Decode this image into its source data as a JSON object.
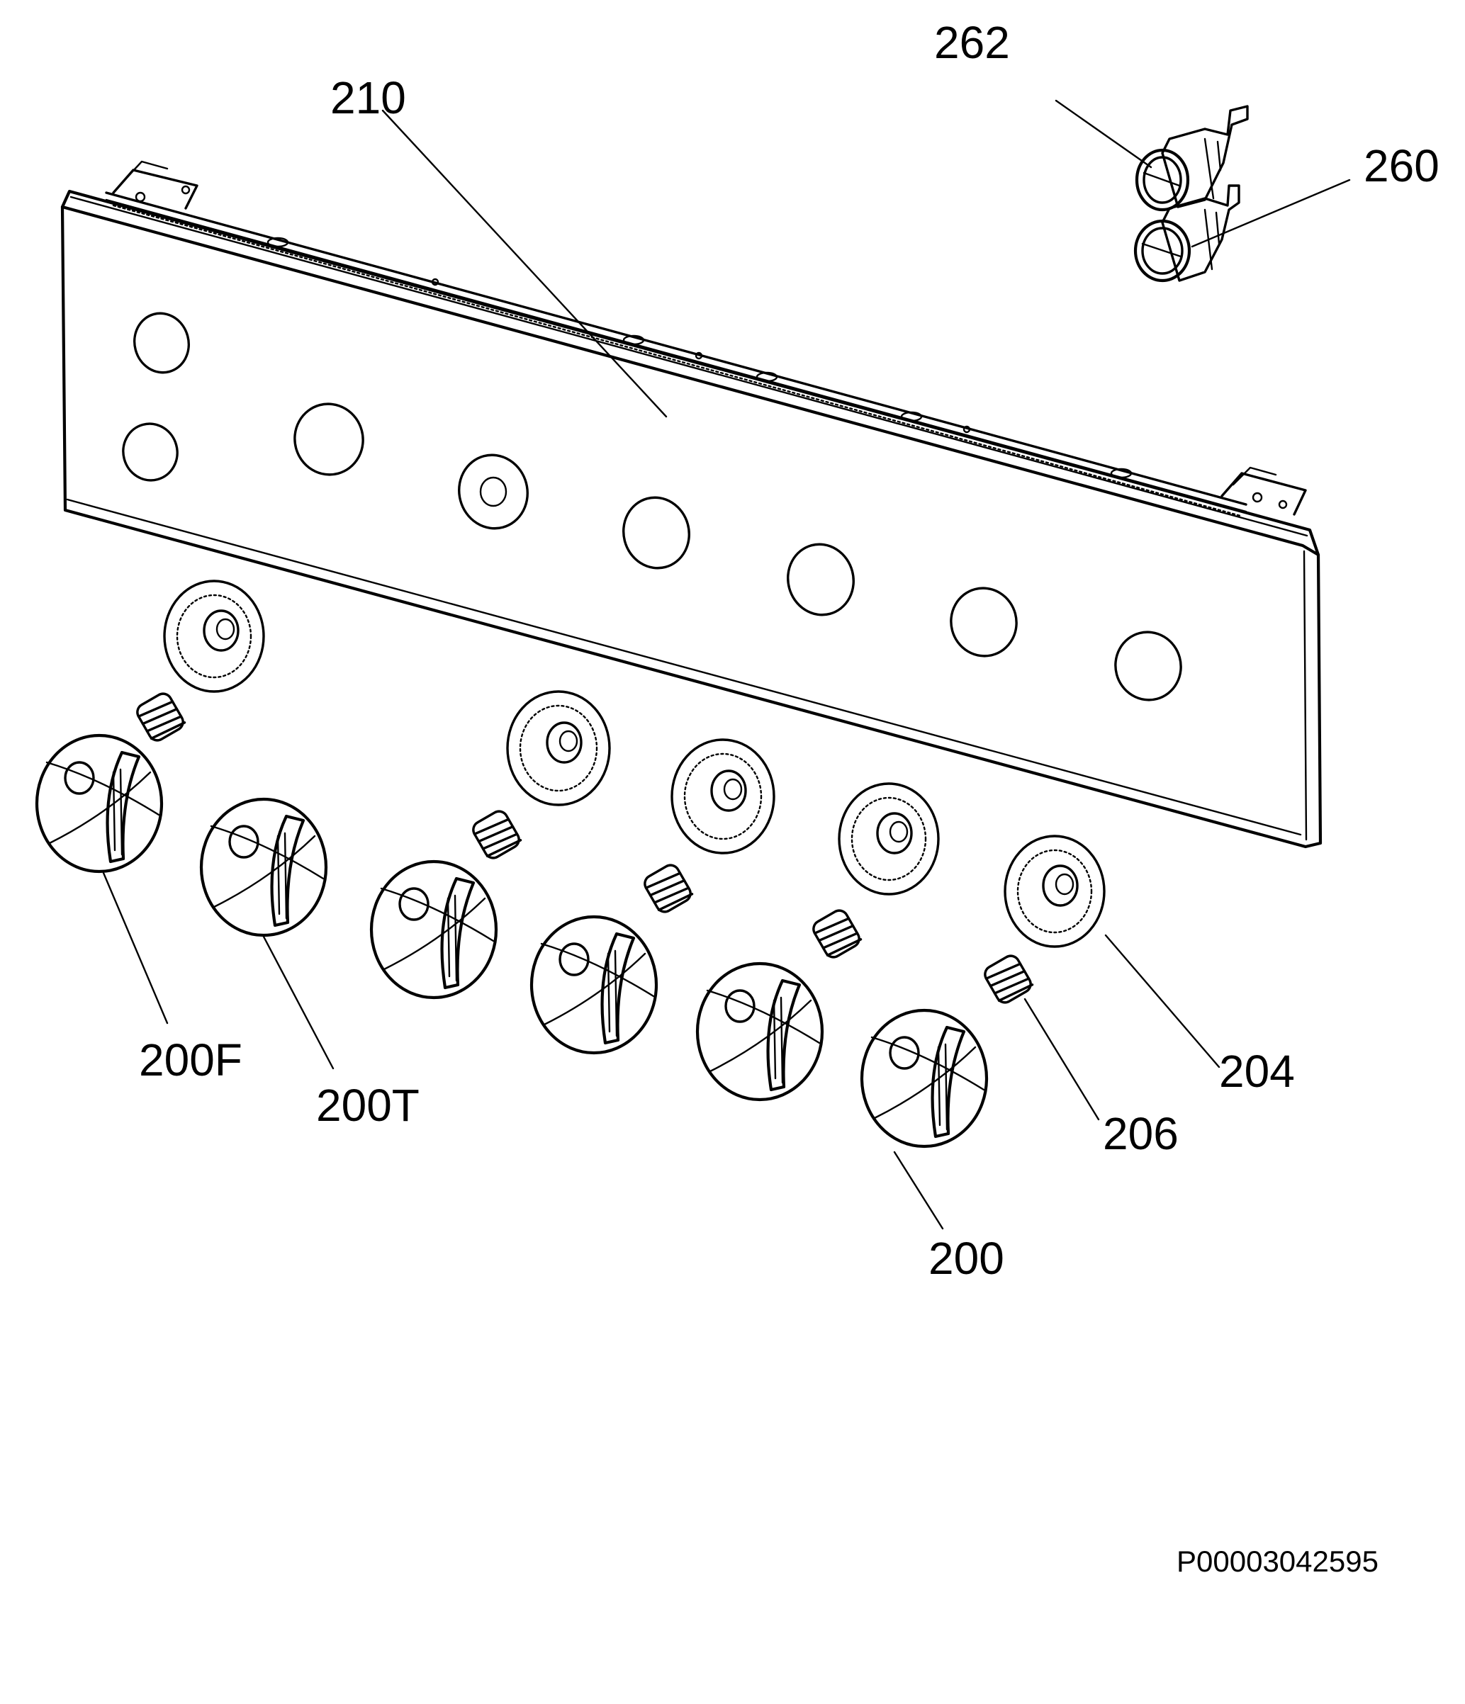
{
  "diagram": {
    "callouts": {
      "c210": "210",
      "c262": "262",
      "c260": "260",
      "c200F": "200F",
      "c200T": "200T",
      "c204": "204",
      "c206": "206",
      "c200": "200"
    },
    "drawing_code": "P00003042595"
  }
}
